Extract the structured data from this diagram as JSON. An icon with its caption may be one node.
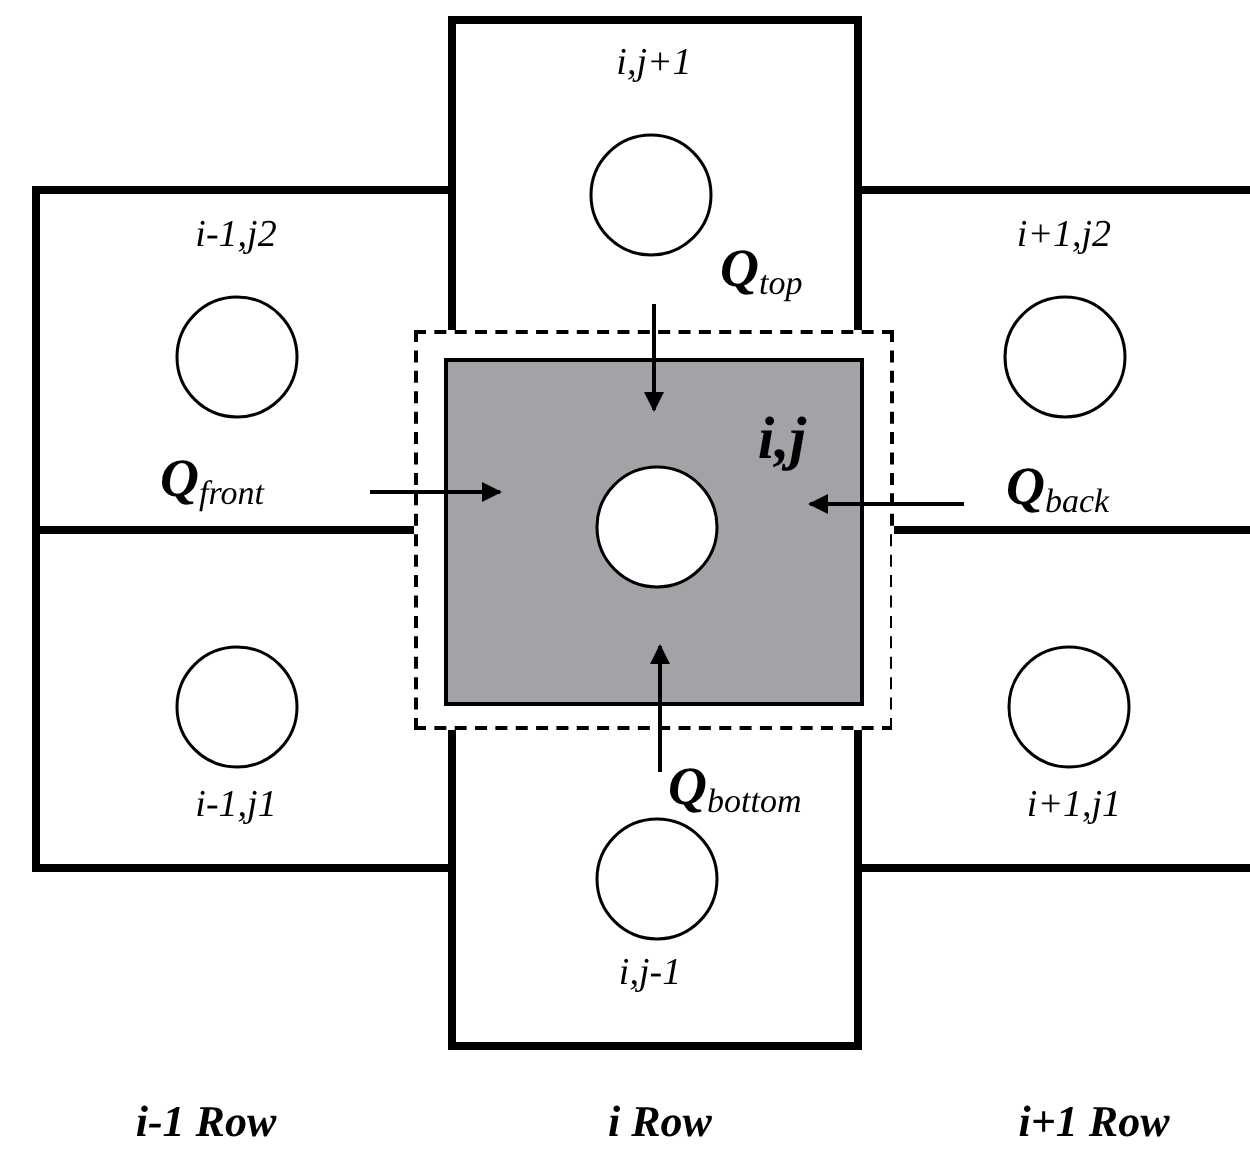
{
  "diagram": {
    "nodes": [
      {
        "text": [
          "i,j+1"
        ]
      },
      {
        "text": [],
        "shape": "circle",
        "in": 0
      },
      {
        "text": [
          "i-1,j2"
        ]
      },
      {
        "text": [],
        "shape": "circle",
        "in": 2
      },
      {
        "text": [
          "i+1,j2"
        ]
      },
      {
        "text": [],
        "shape": "circle",
        "in": 4
      },
      {
        "text": [],
        "shape": "box"
      },
      {
        "text": [
          "i,j"
        ],
        "in": 6
      },
      {
        "text": [],
        "shape": "circle",
        "in": 7
      },
      {
        "text": [
          "i-1,j1"
        ]
      },
      {
        "text": [],
        "shape": "circle",
        "in": 9
      },
      {
        "text": [
          "i+1,j1"
        ]
      },
      {
        "text": [],
        "shape": "circle",
        "in": 11
      },
      {
        "text": [
          "i,j-1"
        ]
      },
      {
        "text": [],
        "shape": "circle",
        "in": 13
      }
    ],
    "edges": [
      {
        "from": 0,
        "to": 7,
        "arrow": "to",
        "label": "Q$_{top}$"
      },
      {
        "from": 2,
        "to": 7,
        "arrow": "to",
        "label": "Q$_{front}$"
      },
      {
        "from": 4,
        "to": 7,
        "arrow": "to",
        "label": "Q$_{back}$"
      },
      {
        "from": 13,
        "to": 7,
        "arrow": "to",
        "label": "Q$_{bottom}$"
      }
    ],
    "labels": [
      "i-1 Row",
      "i Row",
      "i+1 Row"
    ]
  }
}
